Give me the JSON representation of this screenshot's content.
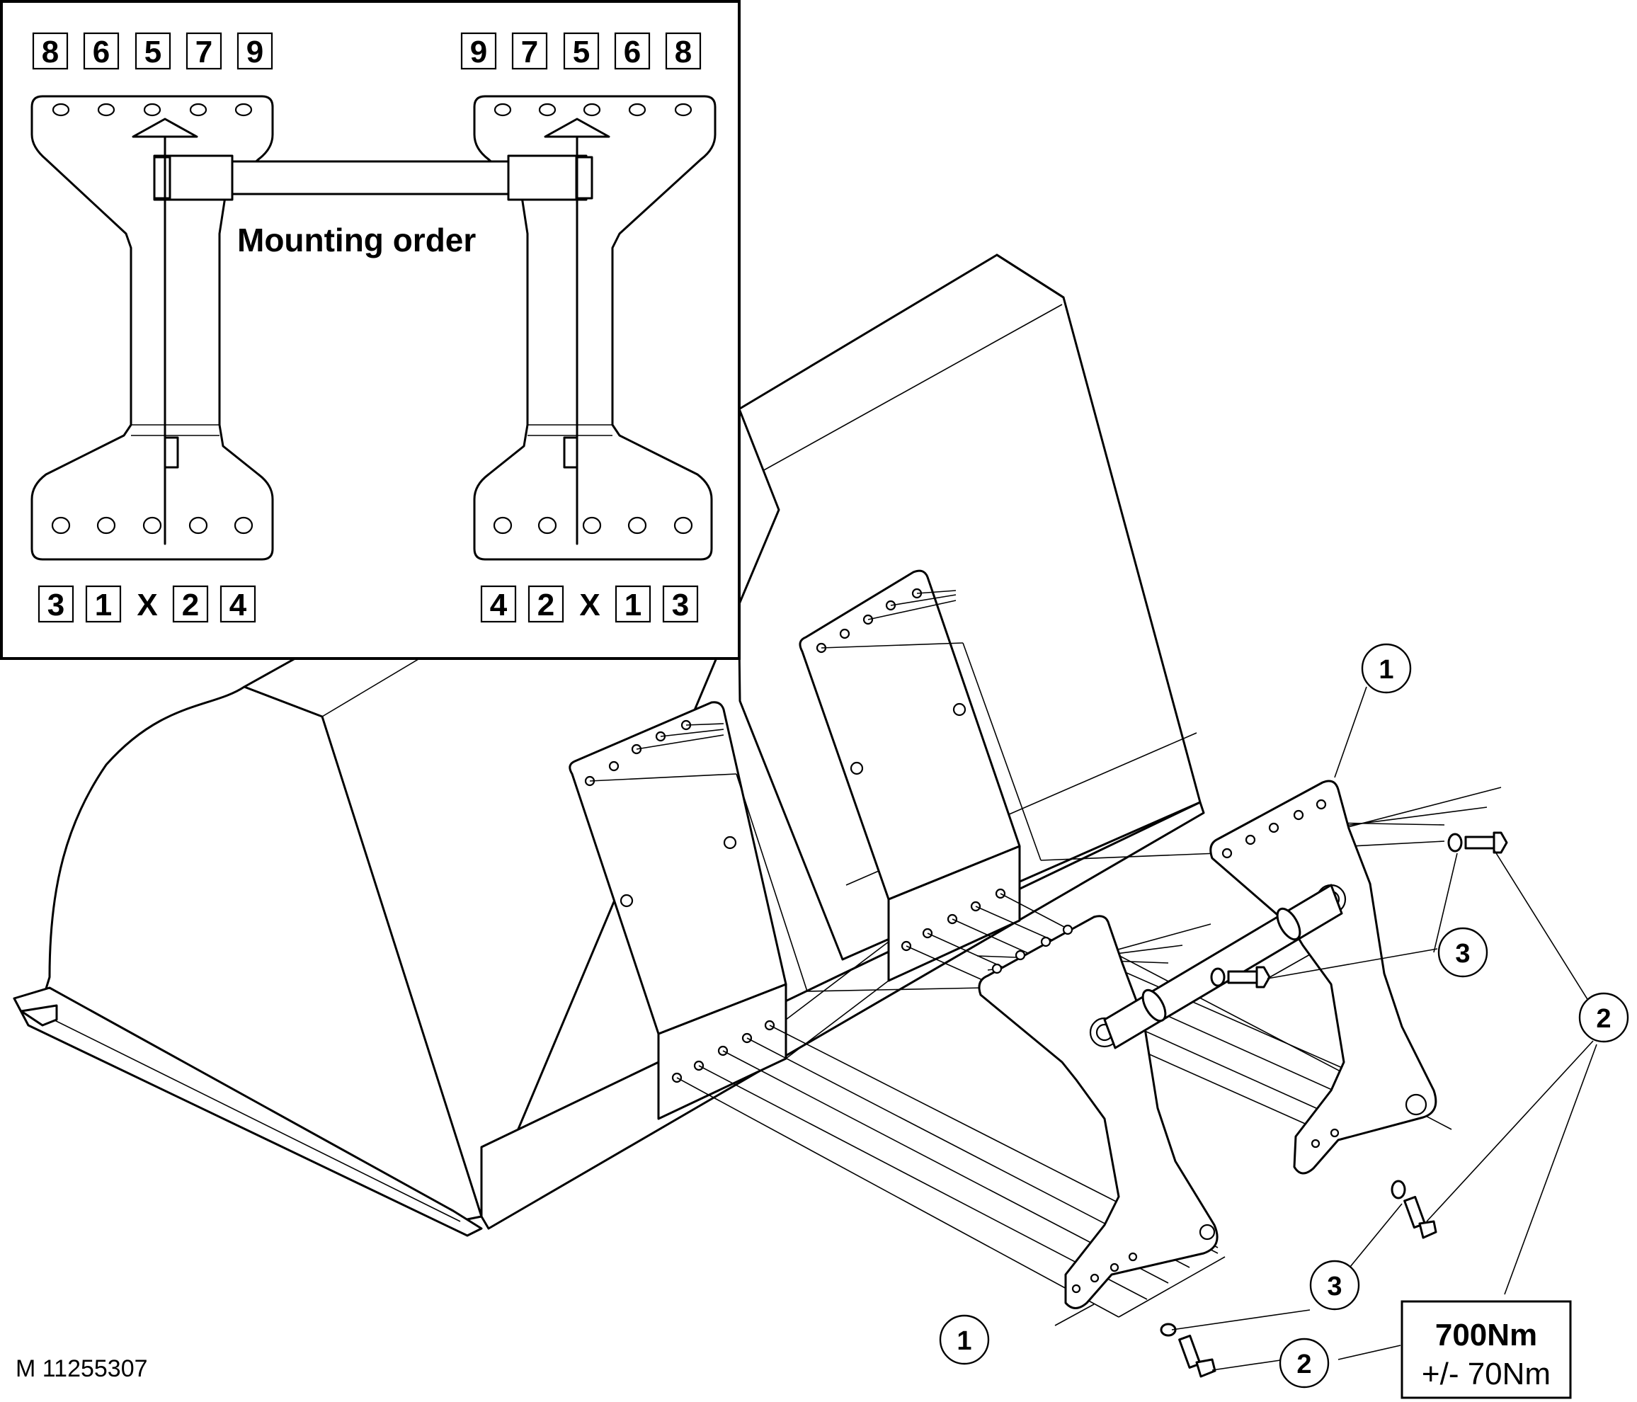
{
  "inset": {
    "title": "Mounting order",
    "left_top_sequence": [
      "8",
      "6",
      "5",
      "7",
      "9"
    ],
    "right_top_sequence": [
      "9",
      "7",
      "5",
      "6",
      "8"
    ],
    "left_bottom_sequence": [
      "3",
      "1",
      "X",
      "2",
      "4"
    ],
    "right_bottom_sequence": [
      "4",
      "2",
      "X",
      "1",
      "3"
    ]
  },
  "callouts": {
    "bracket": "1",
    "bolt": "2",
    "washer": "3"
  },
  "torque": {
    "value": "700Nm",
    "tolerance": "+/- 70Nm"
  },
  "reference": "M 11255307"
}
